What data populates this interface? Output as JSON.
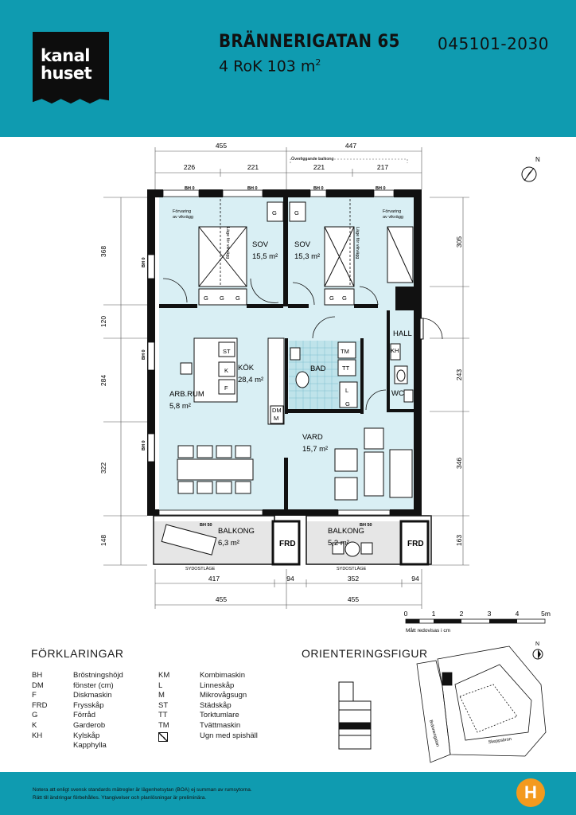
{
  "header": {
    "logo_line1": "kanal",
    "logo_line2": "huset",
    "address": "BRÄNNERIGATAN 65",
    "apartment": "4 RoK 103 m",
    "area_sup": "2",
    "object_number": "045101-2030"
  },
  "plan": {
    "rooms": [
      {
        "name": "SOV",
        "area": "15,5 m²"
      },
      {
        "name": "SOV",
        "area": "15,3 m²"
      },
      {
        "name": "KÖK",
        "area": "28,4 m²"
      },
      {
        "name": "ARB.RUM",
        "area": "5,8 m²"
      },
      {
        "name": "BAD",
        "area": ""
      },
      {
        "name": "HALL",
        "area": ""
      },
      {
        "name": "WC",
        "area": ""
      },
      {
        "name": "VARD",
        "area": "15,7 m²"
      },
      {
        "name": "BALKONG",
        "area": "6,3 m²"
      },
      {
        "name": "BALKONG",
        "area": "5,2 m²"
      }
    ],
    "labels": {
      "frd": "FRD",
      "bh0": "BH 0",
      "bh50": "BH 50",
      "g": "G",
      "st": "ST",
      "k": "K",
      "f": "F",
      "tm": "TM",
      "tt": "TT",
      "l": "L",
      "dm": "DM",
      "m": "M",
      "kh": "KH",
      "forvaring": "Förvaring",
      "av_vikvagg": "av vikvägg",
      "lage_for_vikvagg": "Läge för vikvägg",
      "overliggande_balkong": "Överliggande balkong",
      "sydostlage": "SYDOSTLÄGE"
    },
    "dims_top_outer": [
      "455",
      "447"
    ],
    "dims_top_inner": [
      "226",
      "221",
      "221",
      "217"
    ],
    "dims_bottom_inner": [
      "417",
      "94",
      "352",
      "94"
    ],
    "dims_bottom_outer": [
      "455",
      "455"
    ],
    "dims_left": [
      "368",
      "120",
      "284",
      "322",
      "148"
    ],
    "dims_right": [
      "305",
      "243",
      "346",
      "163"
    ],
    "north": "N"
  },
  "scale": {
    "ticks": [
      "0",
      "1",
      "2",
      "3",
      "4",
      "5m"
    ],
    "caption": "Mått redovisas i cm"
  },
  "legend": {
    "title": "FÖRKLARINGAR",
    "col1": [
      {
        "abbr": "BH",
        "text": "Bröstningshöjd"
      },
      {
        "abbr": "",
        "text": "fönster (cm)"
      },
      {
        "abbr": "DM",
        "text": "Diskmaskin"
      },
      {
        "abbr": "F",
        "text": "Frysskåp"
      },
      {
        "abbr": "FRD",
        "text": "Förråd"
      },
      {
        "abbr": "G",
        "text": "Garderob"
      },
      {
        "abbr": "K",
        "text": "Kylskåp"
      },
      {
        "abbr": "KH",
        "text": "Kapphylla"
      }
    ],
    "col2": [
      {
        "abbr": "KM",
        "text": "Kombimaskin"
      },
      {
        "abbr": "L",
        "text": "Linneskåp"
      },
      {
        "abbr": "M",
        "text": "Mikrovågsugn"
      },
      {
        "abbr": "ST",
        "text": "Städskåp"
      },
      {
        "abbr": "TT",
        "text": "Torktumlare"
      },
      {
        "abbr": "TM",
        "text": "Tvättmaskin"
      },
      {
        "abbr": "",
        "text": "Ugn med spishäll"
      }
    ]
  },
  "orientation": {
    "title": "ORIENTERINGSFIGUR",
    "street1": "Brännerigatan",
    "street2": "Skeppsbron",
    "north": "N"
  },
  "footer": {
    "note_line1": "Notera att enligt svensk standards mätregler är lägenhetsytan (BOA) ej summan av rumsytorna.",
    "note_line2": "Rätt till ändringar förbehålles. Ytangivelser och planlösningar är preliminära.",
    "badge": "H"
  },
  "colors": {
    "brand": "#0f9bb0",
    "floor": "#d9eff4",
    "wall": "#111111",
    "badge": "#f39a1e"
  }
}
